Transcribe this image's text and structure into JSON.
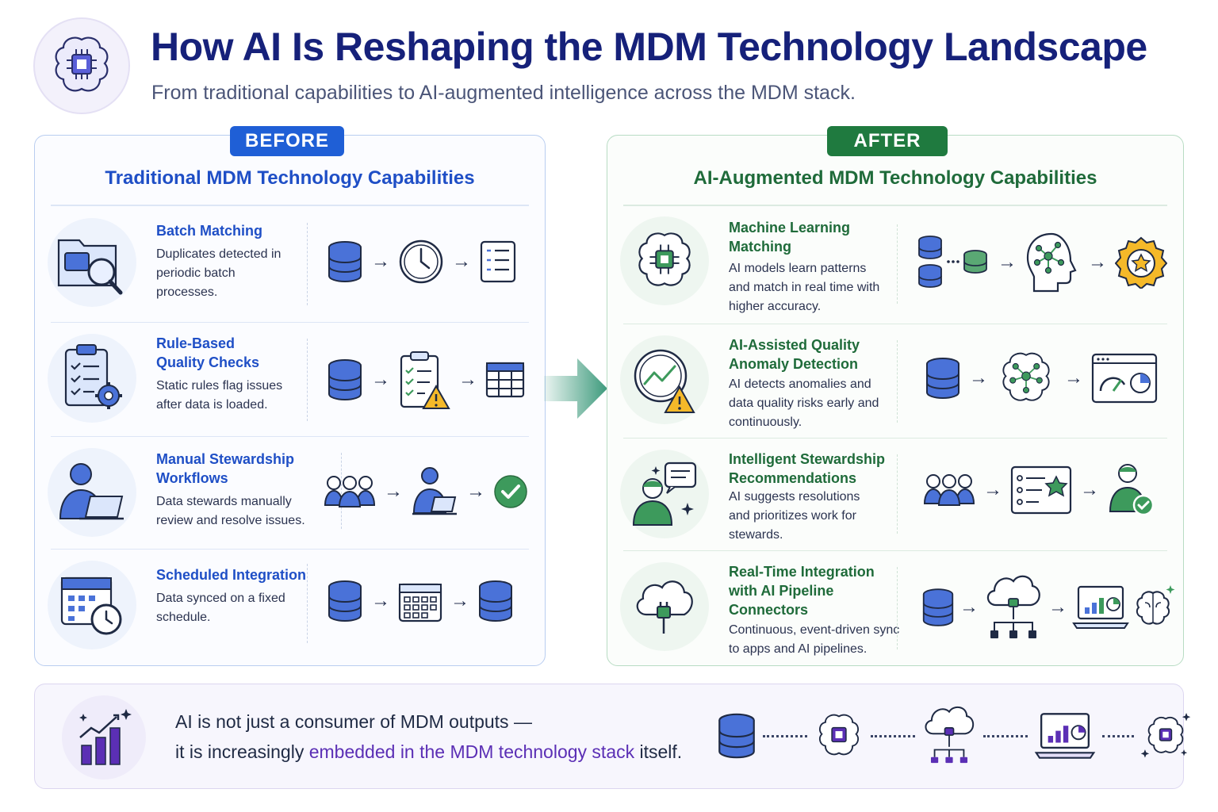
{
  "header": {
    "title": "How AI Is Reshaping the MDM Technology Landscape",
    "subtitle": "From traditional capabilities to AI-augmented intelligence across the MDM stack."
  },
  "before": {
    "badge": "BEFORE",
    "title": "Traditional MDM Technology Capabilities",
    "rows": [
      {
        "title": "Batch Matching",
        "desc": "Duplicates detected in periodic batch processes.",
        "icon": "folder-search-icon",
        "flow": [
          "database-icon",
          "clock-icon",
          "checklist-icon"
        ]
      },
      {
        "title": "Rule-Based Quality Checks",
        "desc": "Static rules flag issues after data is loaded.",
        "icon": "clipboard-gear-icon",
        "flow": [
          "database-icon",
          "clipboard-warning-icon",
          "table-icon"
        ]
      },
      {
        "title": "Manual Stewardship Workflows",
        "desc": "Data stewards manually review and resolve issues.",
        "icon": "person-laptop-icon",
        "flow": [
          "team-icon",
          "person-laptop-icon",
          "check-circle-icon"
        ]
      },
      {
        "title": "Scheduled Integration",
        "desc": "Data synced on a fixed schedule.",
        "icon": "calendar-clock-icon",
        "flow": [
          "database-icon",
          "calendar-icon",
          "database-icon"
        ]
      }
    ]
  },
  "after": {
    "badge": "AFTER",
    "title": "AI-Augmented MDM Technology Capabilities",
    "rows": [
      {
        "title": "Machine Learning Matching",
        "desc": "AI models learn patterns and match in real time with higher accuracy.",
        "icon": "ai-brain-chip-icon",
        "flow": [
          "database-cluster-icon",
          "ai-head-icon",
          "star-badge-icon"
        ]
      },
      {
        "title": "AI-Assisted Quality Anomaly Detection",
        "desc": "AI detects anomalies and data quality risks early and continuously.",
        "icon": "anomaly-gauge-icon",
        "flow": [
          "database-icon",
          "ai-brain-network-icon",
          "dashboard-icon"
        ]
      },
      {
        "title": "Intelligent Stewardship Recommendations",
        "desc": "AI suggests resolutions and prioritizes work for stewards.",
        "icon": "person-chat-icon",
        "flow": [
          "team-icon",
          "recommendation-list-icon",
          "person-check-icon"
        ]
      },
      {
        "title": "Real-Time Integration with AI Pipeline Connectors",
        "desc": "Continuous, event-driven sync to apps and AI pipelines.",
        "icon": "cloud-plug-icon",
        "flow": [
          "database-icon",
          "cloud-network-icon",
          "laptop-chart-icon",
          "ai-brain-icon"
        ]
      }
    ]
  },
  "banner": {
    "line1": "AI is not just a consumer of MDM outputs —",
    "line2_pre": "it is increasingly ",
    "line2_highlight": "embedded in the MDM technology stack",
    "line2_post": " itself.",
    "flow": [
      "database-icon",
      "ai-chip-icon",
      "cloud-plug-icon",
      "laptop-chart-icon",
      "ai-chip-sparkle-icon"
    ]
  },
  "colors": {
    "title_navy": "#16217a",
    "before_blue": "#1f5fd6",
    "after_green": "#1f7a3f",
    "highlight_purple": "#5b2fb5",
    "icon_blue": "#4a72d8",
    "icon_green": "#3d9a5c"
  }
}
